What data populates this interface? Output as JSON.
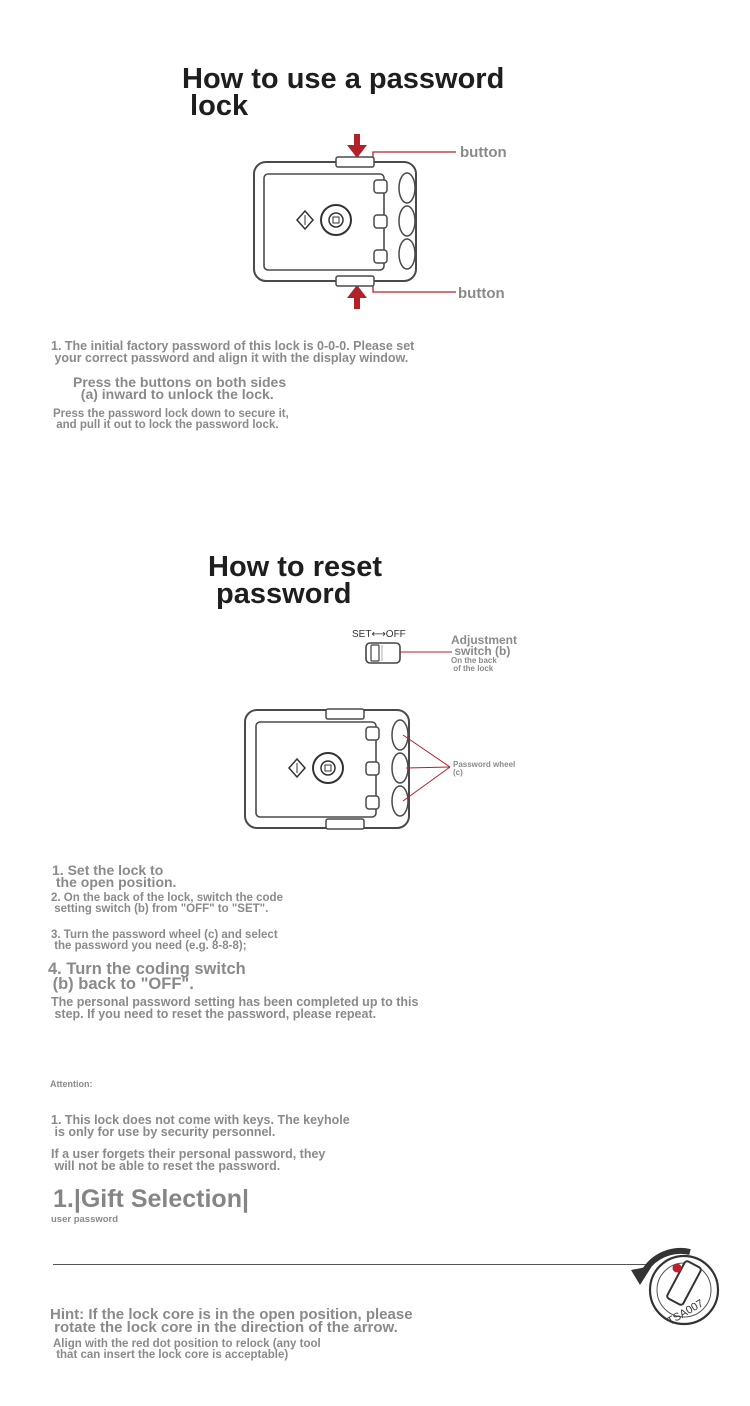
{
  "section1": {
    "title": "How to use a password\n lock",
    "button_top": "button",
    "button_bottom": "button",
    "step1": "1. The initial factory password of this lock is 0-0-0. Please set\n your correct password and align it with the display window.",
    "step2": "Press the buttons on both sides\n  (a) inward to unlock the lock.",
    "step3": "Press the password lock down to secure it,\n and pull it out to lock the password lock."
  },
  "section2": {
    "title": "How to reset\n password",
    "switch_label": "SET⟷OFF",
    "adjust_label": "Adjustment\n switch (b)",
    "adjust_sub": "On the back\n of the lock",
    "wheel_label": "Password wheel\n(c)",
    "step1": "1. Set the lock to\n the open position.",
    "step2": "2. On the back of the lock, switch the code\n setting switch (b) from \"OFF\" to \"SET\".",
    "step3": "3. Turn the password wheel (c) and select\n the password you need (e.g. 8-8-8);",
    "step4": "4. Turn the coding switch\n (b) back to \"OFF\".",
    "step5": "The personal password setting has been completed up to this\n step. If you need to reset the password, please repeat."
  },
  "attention": {
    "heading": "Attention:",
    "note1": "1. This lock does not come with keys. The keyhole\n is only for use by security personnel.",
    "note2": "If a user forgets their personal password, they\n will not be able to reset the password."
  },
  "gift": {
    "title": "1.|Gift Selection|",
    "sub": "user password"
  },
  "hint": {
    "line1": "Hint: If the lock core is in the open position, please\n rotate the lock core in the direction of the arrow.",
    "line2": "Align with the red dot position to relock (any tool\n that can insert the lock core is acceptable)",
    "core_label": "TSA007"
  },
  "colors": {
    "title": "#1e1e1e",
    "body_gray": "#8a8a8a",
    "accent_red": "#b3202a",
    "line_dark": "#4a4a4a"
  }
}
